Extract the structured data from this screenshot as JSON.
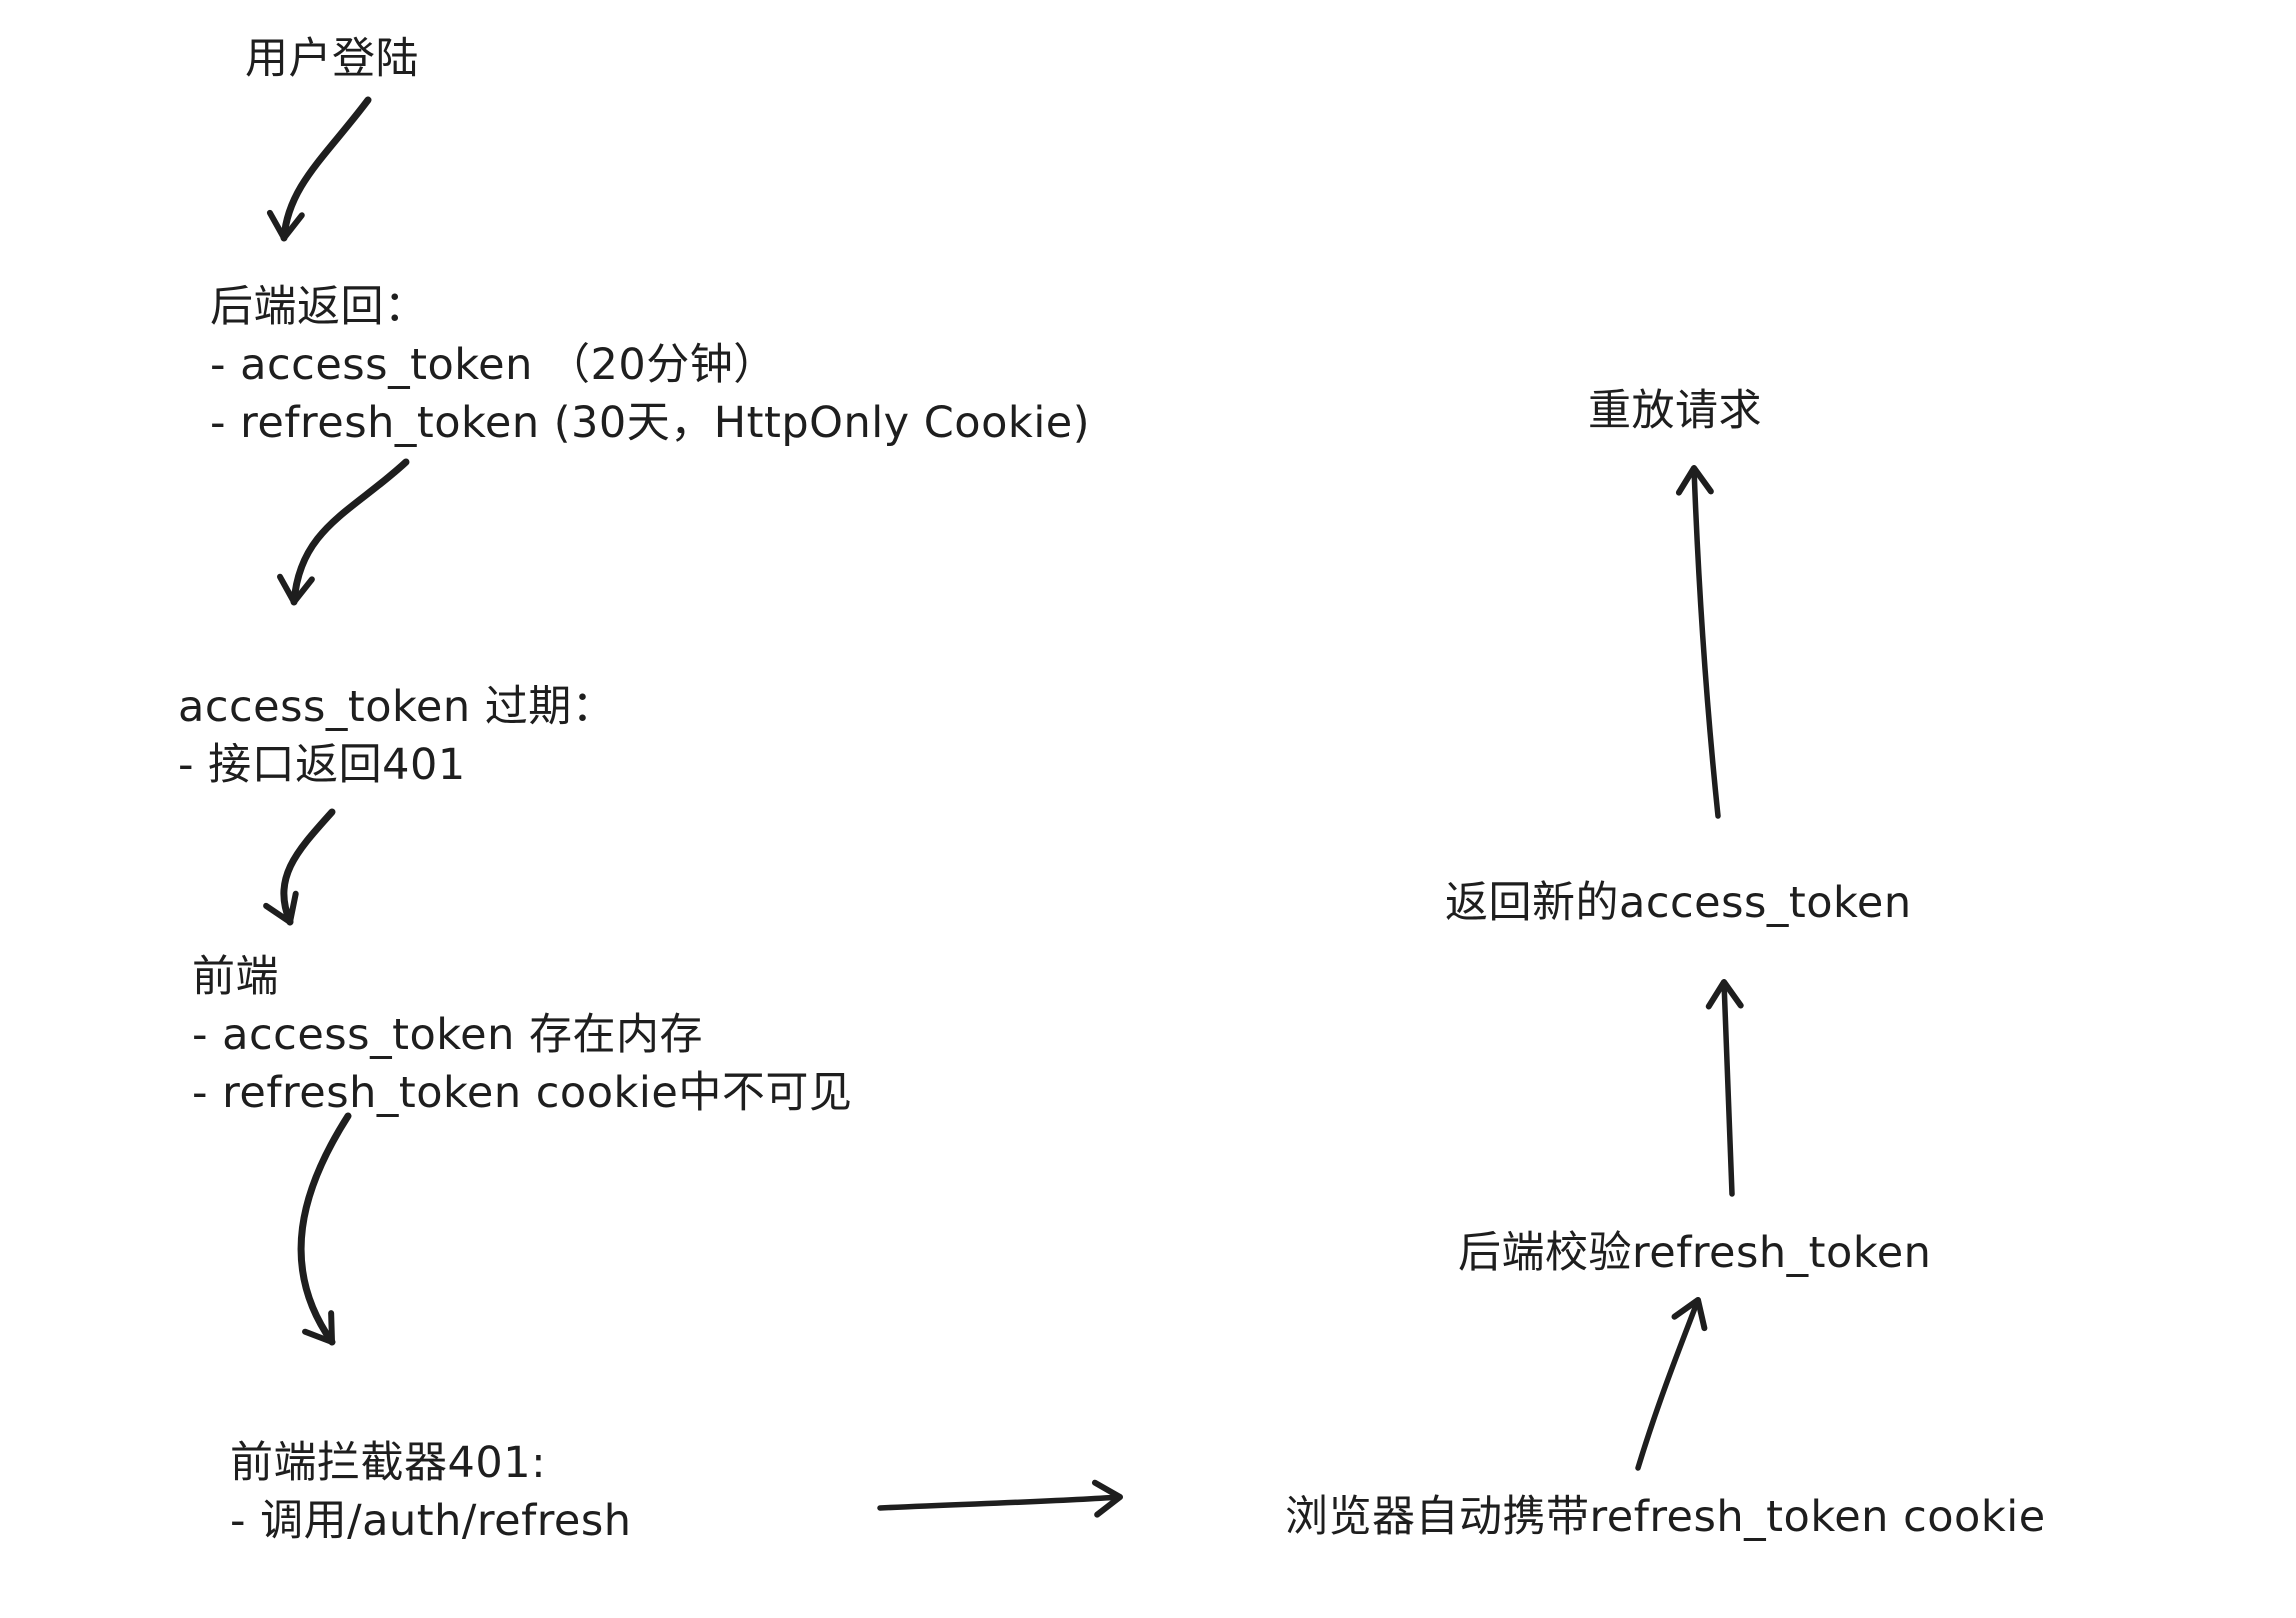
{
  "canvas": {
    "background": "#ffffff",
    "ink": "#1e1e1e"
  },
  "nodes": {
    "login": {
      "text": "用户登陆"
    },
    "backend_returns": {
      "title": "后端返回：",
      "items": [
        "- access_token （20分钟）",
        "- refresh_token (30天，HttpOnly Cookie)"
      ]
    },
    "token_expired": {
      "title": "access_token 过期：",
      "items": [
        "- 接口返回401"
      ]
    },
    "frontend": {
      "title": "前端",
      "items": [
        "- access_token 存在内存",
        "- refresh_token cookie中不可见"
      ]
    },
    "interceptor": {
      "title": "前端拦截器401:",
      "items": [
        "- 调用/auth/refresh"
      ]
    },
    "browser_cookie": {
      "text": "浏览器自动携带refresh_token cookie"
    },
    "backend_verify": {
      "text": "后端校验refresh_token"
    },
    "return_new_token": {
      "text": "返回新的access_token"
    },
    "replay_request": {
      "text": "重放请求"
    }
  },
  "edges": [
    {
      "from": "login",
      "to": "backend_returns"
    },
    {
      "from": "backend_returns",
      "to": "token_expired"
    },
    {
      "from": "token_expired",
      "to": "frontend"
    },
    {
      "from": "frontend",
      "to": "interceptor"
    },
    {
      "from": "interceptor",
      "to": "browser_cookie"
    },
    {
      "from": "browser_cookie",
      "to": "backend_verify"
    },
    {
      "from": "backend_verify",
      "to": "return_new_token"
    },
    {
      "from": "return_new_token",
      "to": "replay_request"
    }
  ]
}
